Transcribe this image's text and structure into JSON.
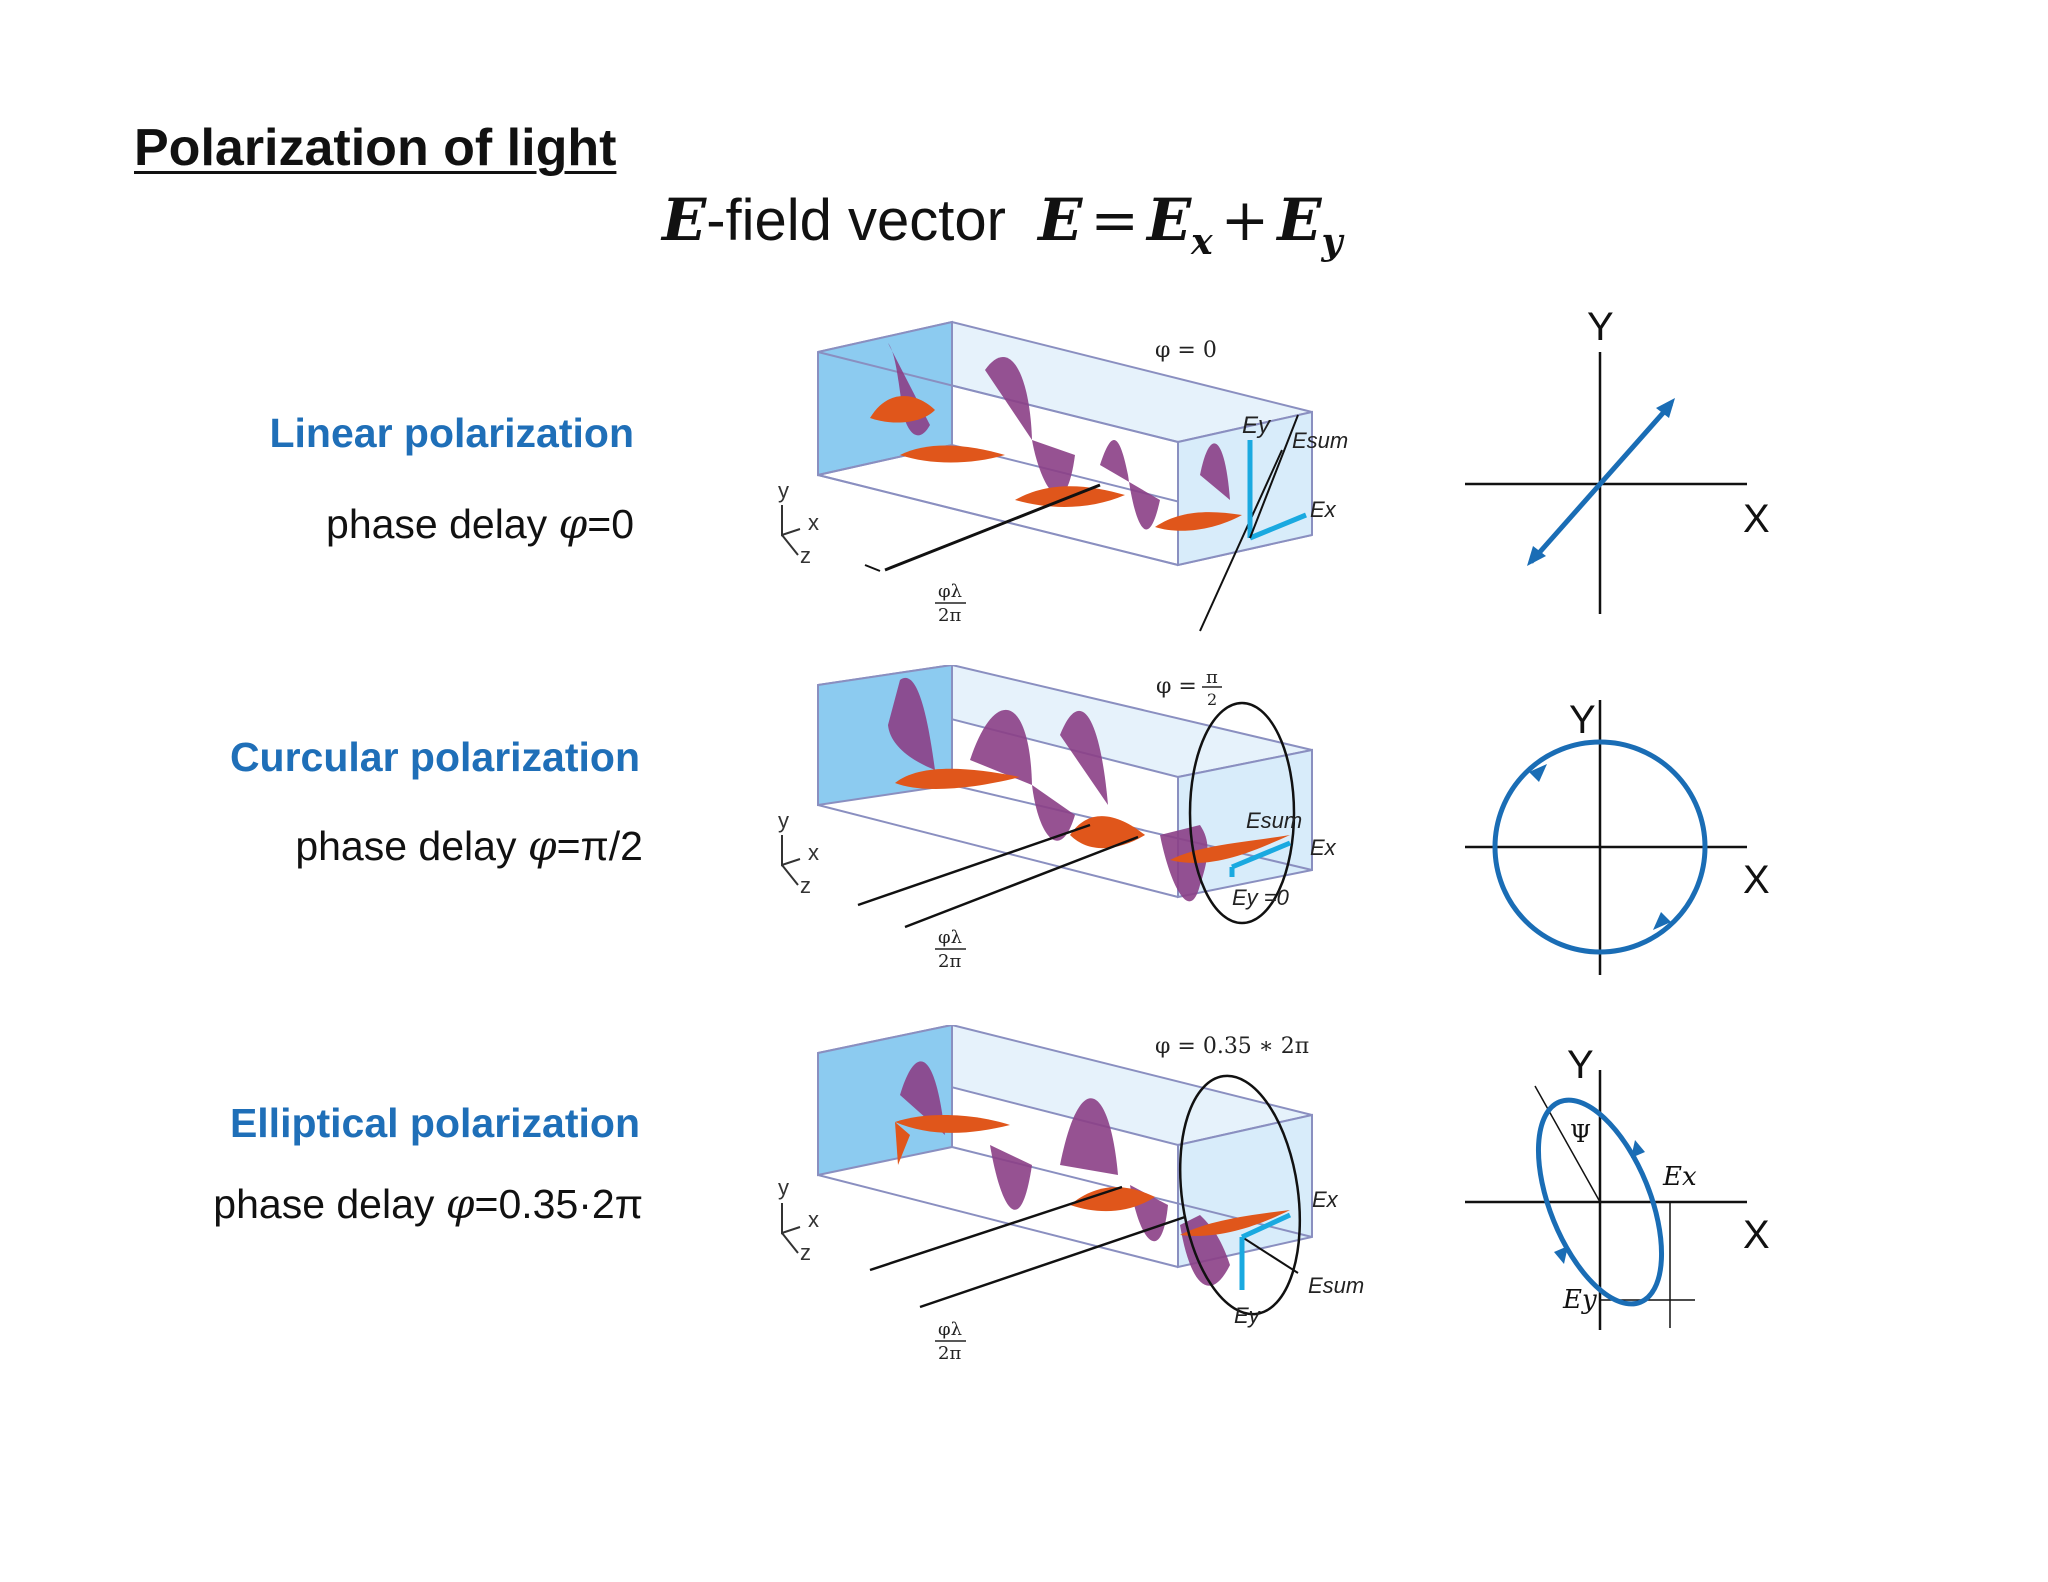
{
  "title": "Polarization of light",
  "equation": {
    "E": "E",
    "field_label": "-field vector",
    "lhs": "E",
    "eq_sign": "=",
    "term1": "E",
    "sub1": "x",
    "plus": "+",
    "term2": "E",
    "sub2": "y"
  },
  "rows": [
    {
      "name": "Linear polarization",
      "phase_prefix": "phase delay ",
      "phase_symbol": "φ",
      "phase_value": "=0",
      "figure_phi_label": "φ = 0",
      "labels": {
        "ey": "Ey",
        "esum": "Esum",
        "ex": "Ex"
      }
    },
    {
      "name": "Curcular polarization",
      "phase_prefix": "phase delay ",
      "phase_symbol": "φ",
      "phase_value": "=π/2",
      "figure_phi_label_prefix": "φ = ",
      "figure_phi_num": "π",
      "figure_phi_den": "2",
      "labels": {
        "esum": "Esum",
        "ex": "Ex",
        "ey": "Ey =0"
      }
    },
    {
      "name": "Elliptical polarization",
      "phase_prefix": "phase delay ",
      "phase_symbol": "φ",
      "phase_value": "=0.35·2π",
      "figure_phi_label": "φ = 0.35 ∗ 2π",
      "labels": {
        "ex": "Ex",
        "esum": "Esum",
        "ey": "Ey"
      }
    }
  ],
  "axes_labels": {
    "x": "X",
    "y": "Y"
  },
  "figure_axes": {
    "y": "y",
    "x": "x",
    "z": "z"
  },
  "delay_label": {
    "num": "φλ",
    "den": "2π"
  },
  "ellipse_labels": {
    "psi": "Ψ",
    "ex": "Ex",
    "ey": "Ey"
  },
  "colors": {
    "accent_blue": "#1f6fb8",
    "diagram_blue": "#1a6db5",
    "wave_purple": "#8b3f86",
    "wave_orange": "#e0561b",
    "box_fill": "#cfe6f7",
    "box_end": "#8ccbf0",
    "box_line": "#8a8fc0",
    "vector_cyan": "#1aa9e0"
  }
}
